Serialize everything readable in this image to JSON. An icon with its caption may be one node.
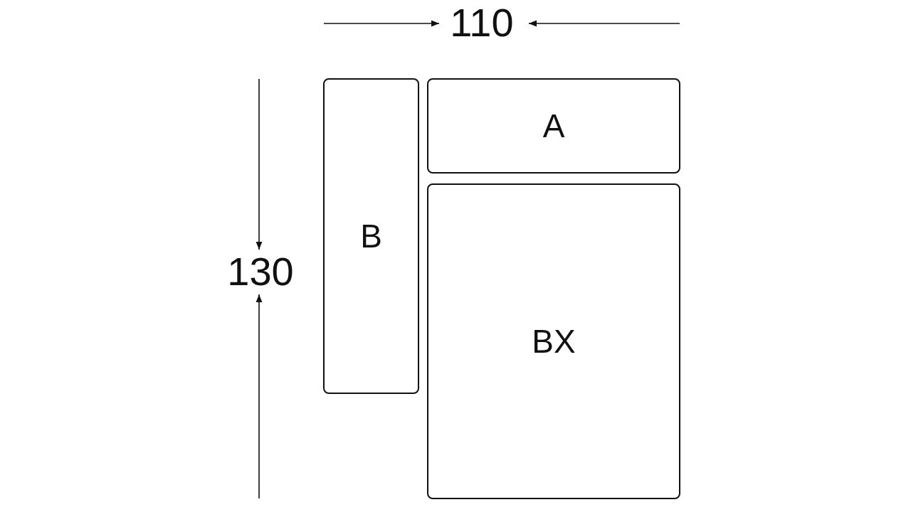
{
  "diagram": {
    "nodes": [
      {
        "text": [
          "A"
        ]
      },
      {
        "text": [
          "B"
        ]
      },
      {
        "text": [
          "BX"
        ]
      }
    ],
    "labels": [
      "110",
      "130"
    ]
  }
}
